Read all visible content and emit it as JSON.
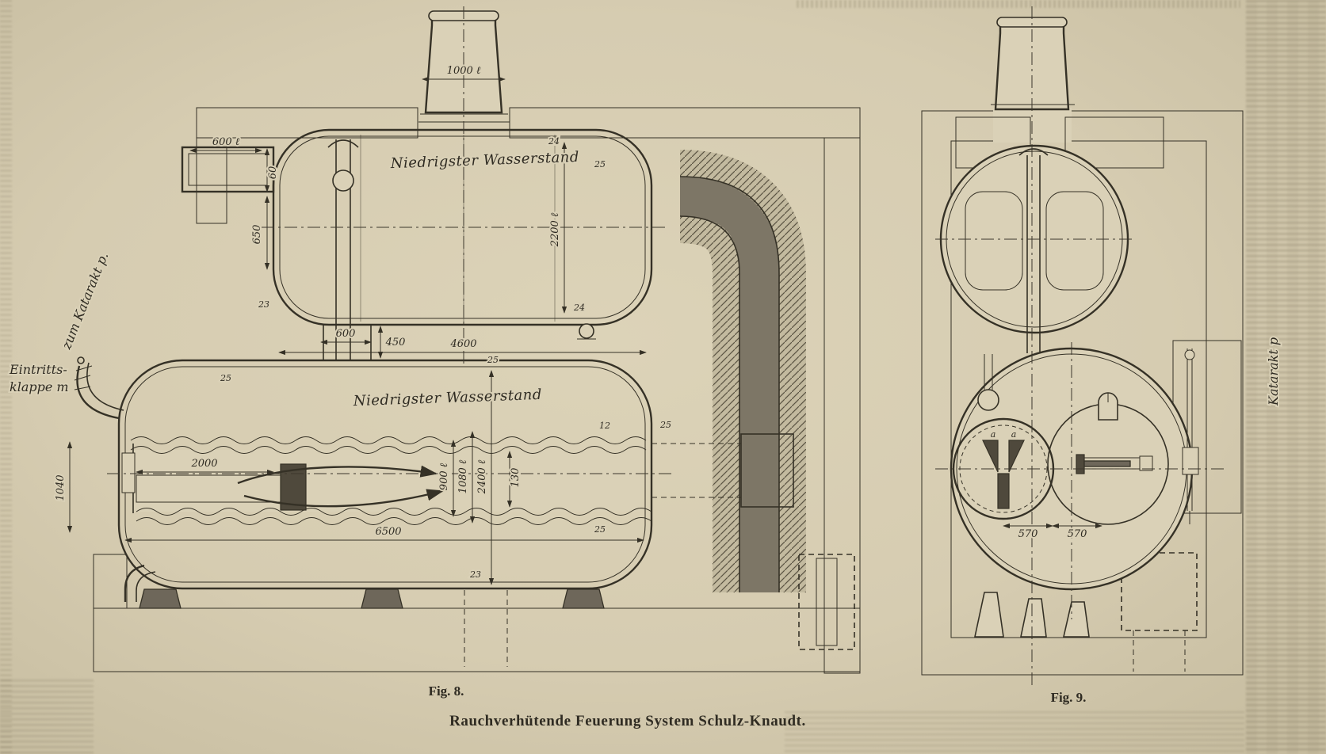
{
  "page": {
    "caption": "Rauchverhütende Feuerung System Schulz-Knaudt.",
    "paper_color": "#d6ccb1",
    "ink_color": "#353126"
  },
  "fig8": {
    "caption": "Fig. 8.",
    "labels": {
      "upper_waterline": "Niedrigster Wasserstand",
      "lower_waterline": "Niedrigster Wasserstand",
      "zum_katarakt": "zum Katarakt p.",
      "eintritts_line1": "Eintritts-",
      "eintritts_line2": "klappe m"
    },
    "dims": {
      "chimney_width": "1000 ℓ",
      "outlet_width": "600 ℓ",
      "outlet_height": "60",
      "outlet_drop": "650",
      "upper_drum_diameter": "2200 ℓ",
      "neck_width": "600",
      "neck_height": "450",
      "upper_drum_length": "4600",
      "grate_length": "2000",
      "front_height": "1040",
      "flue_900": "900 ℓ",
      "flue_1080": "1080 ℓ",
      "lower_drum_diameter": "2400 ℓ",
      "gap_130": "130",
      "lower_drum_length": "6500",
      "plate_24_top": "24",
      "plate_25_top_right": "25",
      "plate_23_left": "23",
      "plate_24_right": "24",
      "plate_25_mid": "25",
      "plate_25_front": "25",
      "plate_12": "12",
      "plate_25_right": "25",
      "plate_25_end": "25",
      "plate_23_bottom": "23"
    }
  },
  "fig9": {
    "caption": "Fig. 9.",
    "labels": {
      "katarakt": "Katarakt p",
      "a_left": "a",
      "a_right": "a"
    },
    "dims": {
      "half_left": "570",
      "half_right": "570"
    }
  }
}
